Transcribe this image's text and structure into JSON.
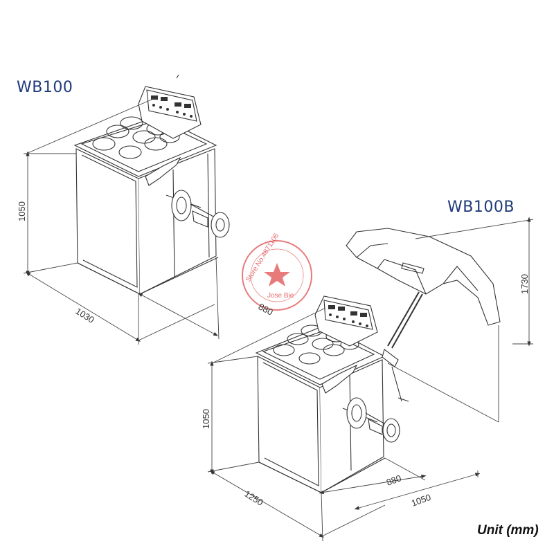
{
  "models": [
    {
      "name": "WB100",
      "dimensions": {
        "height": "1050",
        "width": "1030",
        "depth": "880"
      }
    },
    {
      "name": "WB100B",
      "dimensions": {
        "height": "1050",
        "width": "1250",
        "depth": "880",
        "depth_with_guard": "1050",
        "height_with_guard": "1730"
      }
    }
  ],
  "unit_label": "Unit (mm)",
  "watermark": {
    "text": "Store No.4871106",
    "sub": "Jose Bie",
    "color": "#e05050"
  },
  "colors": {
    "model_label": "#1f3a7a",
    "line": "#333333"
  }
}
